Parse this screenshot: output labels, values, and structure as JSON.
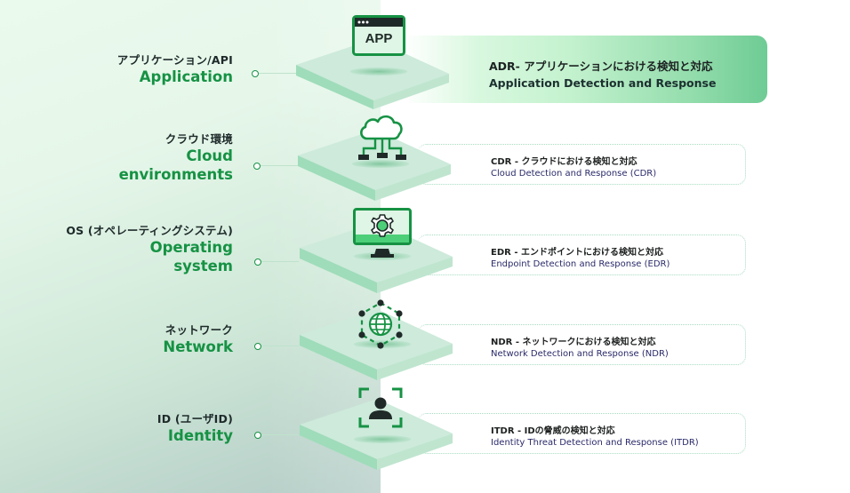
{
  "diagram": {
    "title": "Detection and Response layers",
    "colors": {
      "accent_green": "#169244",
      "platform_top": "#cdeadb",
      "platform_side": "#9fdcba",
      "icon_dark": "#1f2a28",
      "icon_light_fill": "#dff5e5",
      "primary_box_end": "#6ecb94",
      "dotted_border": "#a6dcc0",
      "sub_text": "#2a2a6a"
    },
    "layers": [
      {
        "id": "application",
        "label_jp": "アプリケーション/API",
        "label_en_lines": [
          "Application"
        ],
        "icon": "app-window-icon",
        "icon_text": "APP",
        "desc_title": "ADR- アプリケーションにおける検知と対応",
        "desc_sub": "Application Detection and Response",
        "highlighted": true
      },
      {
        "id": "cloud",
        "label_jp": "クラウド環境",
        "label_en_lines": [
          "Cloud",
          "environments"
        ],
        "icon": "cloud-network-icon",
        "desc_title": "CDR - クラウドにおける検知と対応",
        "desc_sub": "Cloud Detection and Response (CDR)",
        "highlighted": false
      },
      {
        "id": "os",
        "label_jp": "OS (オペレーティングシステム)",
        "label_en_lines": [
          "Operating",
          "system"
        ],
        "icon": "monitor-gear-icon",
        "desc_title": "EDR - エンドポイントにおける検知と対応",
        "desc_sub": "Endpoint Detection and Response (EDR)",
        "highlighted": false
      },
      {
        "id": "network",
        "label_jp": "ネットワーク",
        "label_en_lines": [
          "Network"
        ],
        "icon": "globe-network-icon",
        "desc_title": "NDR - ネットワークにおける検知と対応",
        "desc_sub": "Network Detection and Response (NDR)",
        "highlighted": false
      },
      {
        "id": "identity",
        "label_jp": "ID (ユーザID)",
        "label_en_lines": [
          "Identity"
        ],
        "icon": "user-focus-icon",
        "desc_title": "ITDR - IDの脅威の検知と対応",
        "desc_sub": "Identity Threat Detection and Response (ITDR)",
        "highlighted": false
      }
    ]
  }
}
